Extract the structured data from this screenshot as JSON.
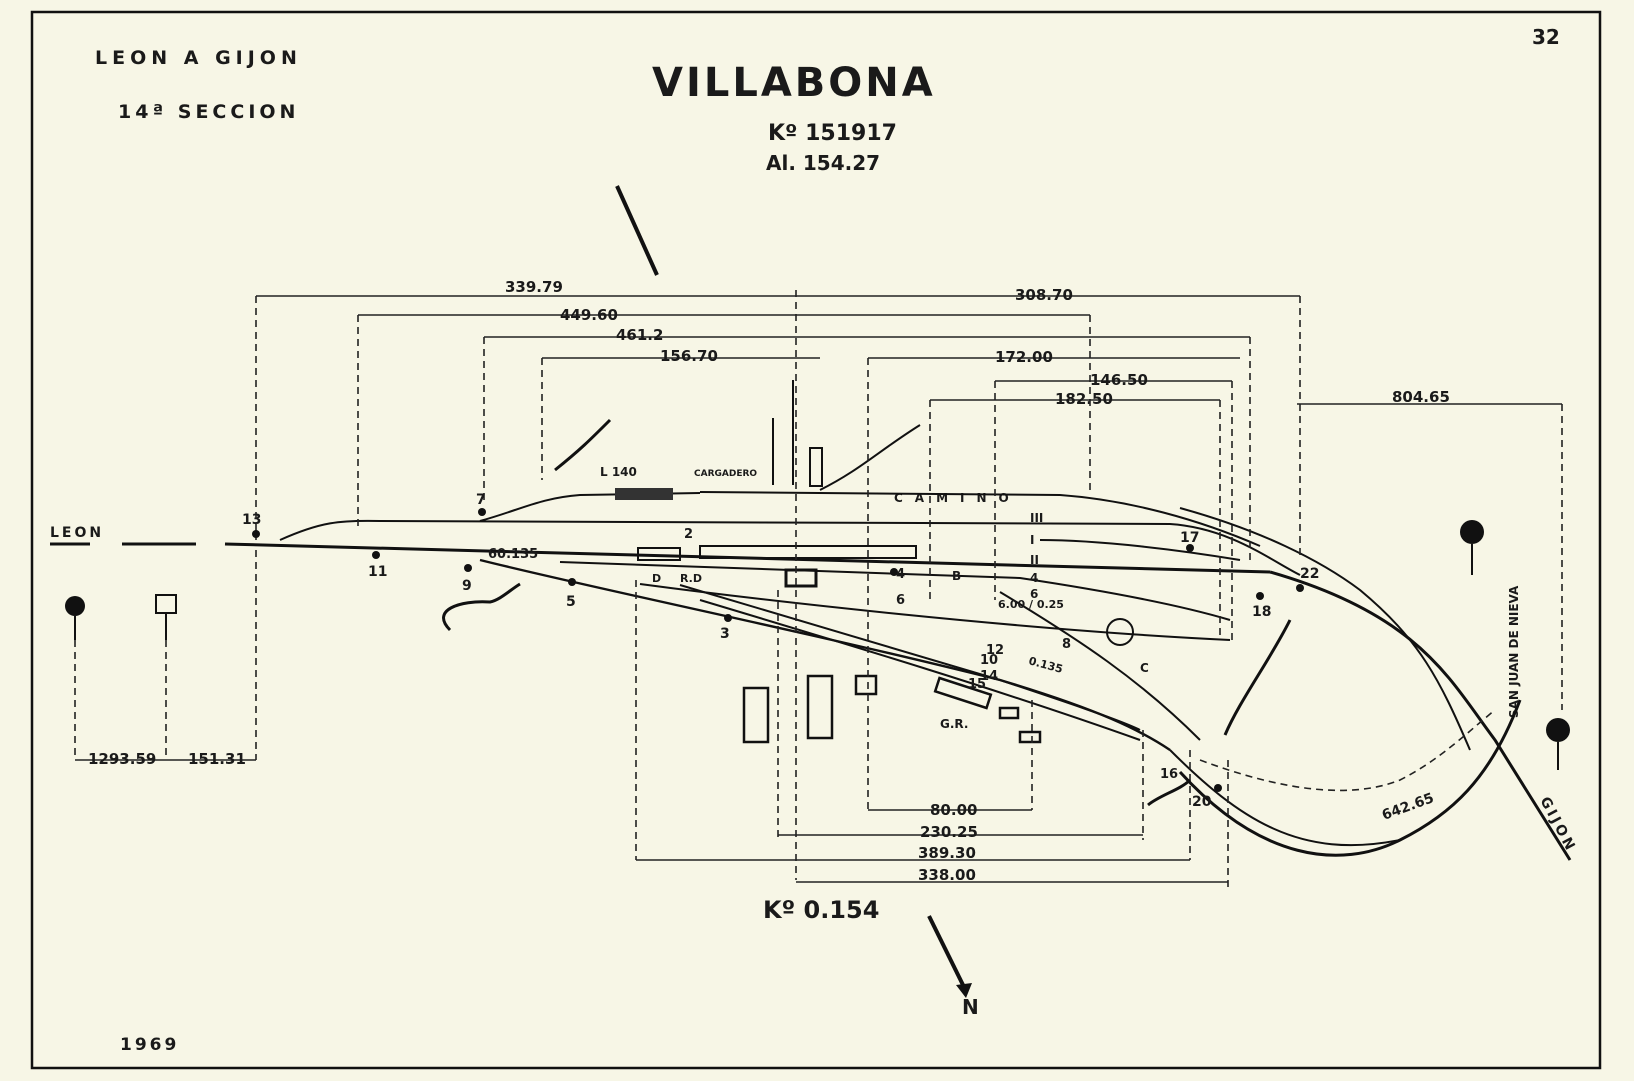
{
  "header": {
    "line": "LEON A GIJON",
    "section": "14ª SECCION",
    "page_number": "32"
  },
  "station": {
    "name": "VILLABONA",
    "km": "Kº 151917",
    "altitude": "Al. 154.27"
  },
  "footer": {
    "year": "1969",
    "km_bottom": "Kº 0.154"
  },
  "directions": {
    "left": "LEON",
    "right": "GIJON",
    "road": "CAMINO",
    "branch": "SAN JUAN DE NIEVA",
    "north": "N"
  },
  "dimensions_top": [
    "339.79",
    "308.70",
    "449.60",
    "461.2",
    "156.70",
    "172.00",
    "146.50",
    "182.50",
    "804.65"
  ],
  "dimensions_bottom": [
    "80.00",
    "230.25",
    "389.30",
    "338.00"
  ],
  "dimensions_left": [
    "1293.59",
    "151.31"
  ],
  "track_labels": [
    "60.135",
    "L 140",
    "CARGADERO",
    "R.D",
    "D",
    "I",
    "II",
    "III",
    "4",
    "6",
    "B",
    "C",
    "G.R.",
    "0.135",
    "6.00 / 0.25"
  ],
  "switch_numbers": [
    "13",
    "11",
    "9",
    "7",
    "5",
    "3",
    "4",
    "6",
    "2",
    "17",
    "18",
    "22",
    "20",
    "16",
    "8",
    "10",
    "12",
    "14",
    "15"
  ],
  "curve_chainage": "642.65"
}
